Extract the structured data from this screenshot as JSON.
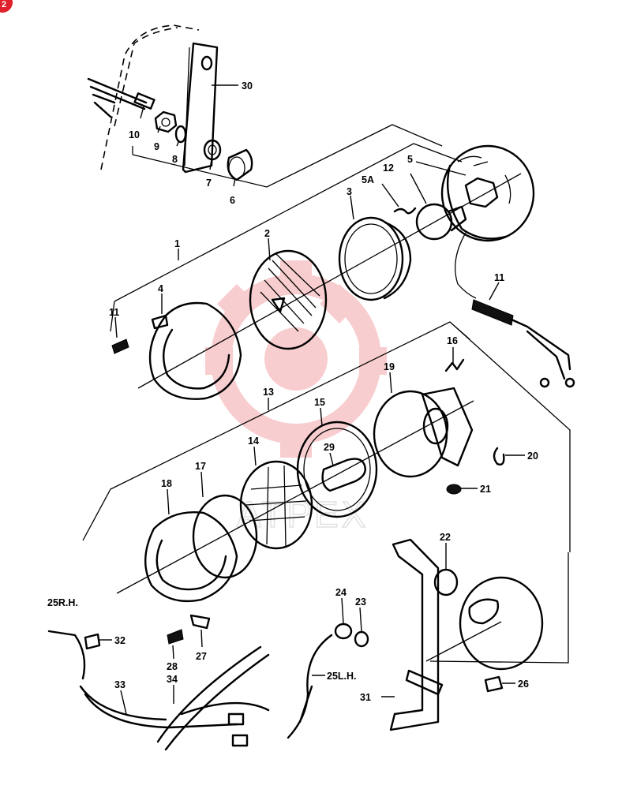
{
  "corner_badge": {
    "text": "2",
    "color": "#e0202a"
  },
  "watermark": {
    "text": "ATPEX",
    "color": "#f3a5a8"
  },
  "labels": [
    {
      "id": "l30",
      "text": "30"
    },
    {
      "id": "l10",
      "text": "10"
    },
    {
      "id": "l9",
      "text": "9"
    },
    {
      "id": "l8",
      "text": "8"
    },
    {
      "id": "l7",
      "text": "7"
    },
    {
      "id": "l6",
      "text": "6"
    },
    {
      "id": "l5",
      "text": "5"
    },
    {
      "id": "l5a",
      "text": "5A"
    },
    {
      "id": "l12",
      "text": "12"
    },
    {
      "id": "l3",
      "text": "3"
    },
    {
      "id": "l2",
      "text": "2"
    },
    {
      "id": "l1",
      "text": "1"
    },
    {
      "id": "l4",
      "text": "4"
    },
    {
      "id": "l11a",
      "text": "11"
    },
    {
      "id": "l11b",
      "text": "11"
    },
    {
      "id": "l16",
      "text": "16"
    },
    {
      "id": "l19",
      "text": "19"
    },
    {
      "id": "l13",
      "text": "13"
    },
    {
      "id": "l15",
      "text": "15"
    },
    {
      "id": "l14",
      "text": "14"
    },
    {
      "id": "l17",
      "text": "17"
    },
    {
      "id": "l18",
      "text": "18"
    },
    {
      "id": "l29",
      "text": "29"
    },
    {
      "id": "l20",
      "text": "20"
    },
    {
      "id": "l21",
      "text": "21"
    },
    {
      "id": "l22",
      "text": "22"
    },
    {
      "id": "l24",
      "text": "24"
    },
    {
      "id": "l23",
      "text": "23"
    },
    {
      "id": "l25rh",
      "text": "25R.H."
    },
    {
      "id": "l32",
      "text": "32"
    },
    {
      "id": "l28",
      "text": "28"
    },
    {
      "id": "l27",
      "text": "27"
    },
    {
      "id": "l33",
      "text": "33"
    },
    {
      "id": "l34",
      "text": "34"
    },
    {
      "id": "l25lh",
      "text": "25L.H."
    },
    {
      "id": "l31",
      "text": "31"
    },
    {
      "id": "l26",
      "text": "26"
    }
  ]
}
